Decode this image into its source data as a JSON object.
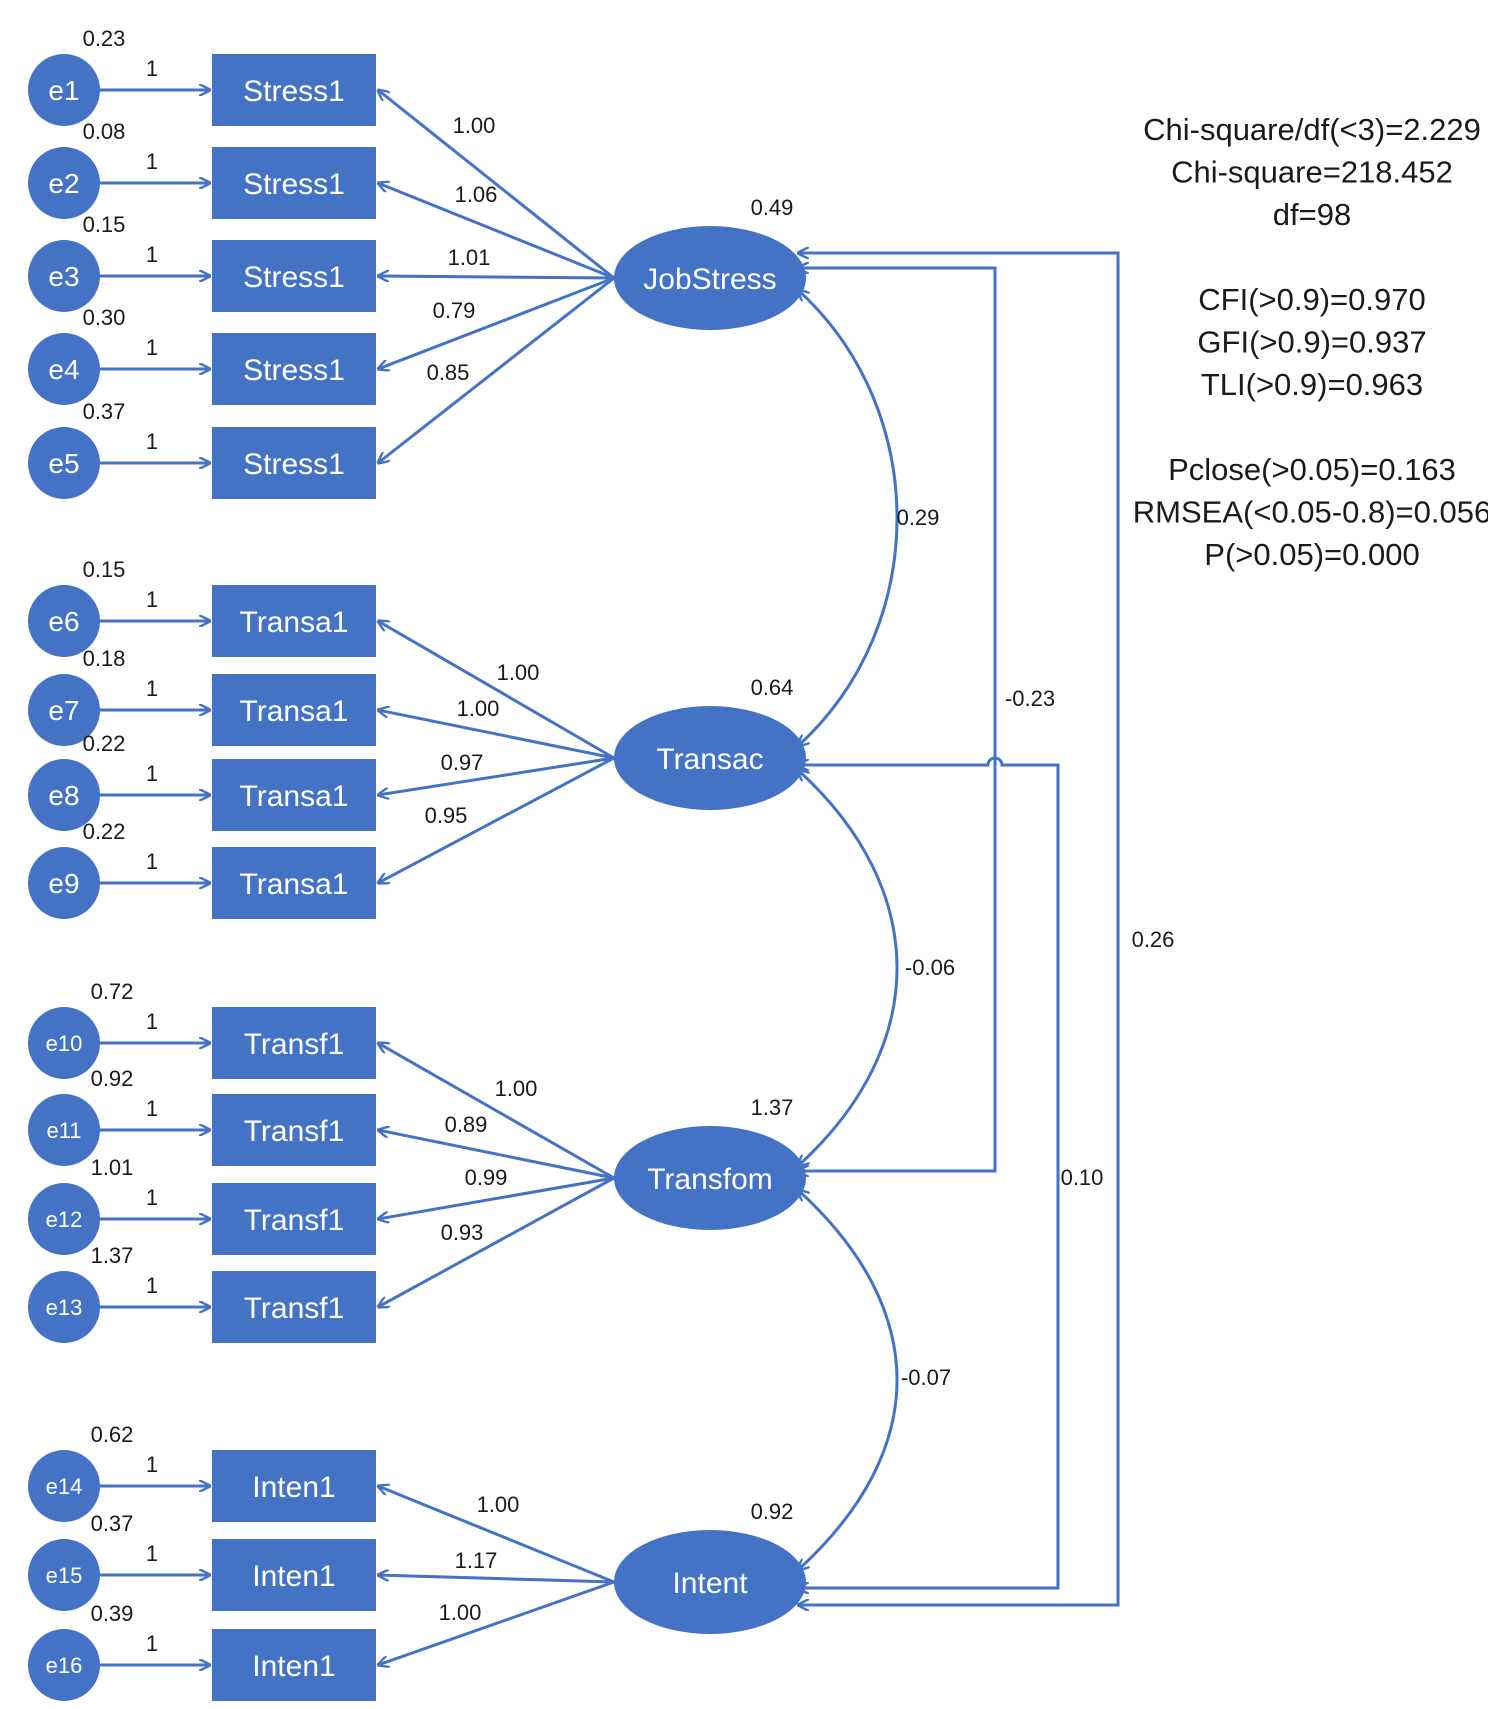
{
  "colors": {
    "node": "#4472c4",
    "text_dark": "#1a1a1a",
    "text_light": "#ffffff",
    "background": "#ffffff"
  },
  "latents": [
    {
      "id": "JobStress",
      "label": "JobStress",
      "variance": "0.49"
    },
    {
      "id": "Transac",
      "label": "Transac",
      "variance": "0.64"
    },
    {
      "id": "Transfom",
      "label": "Transfom",
      "variance": "1.37"
    },
    {
      "id": "Intent",
      "label": "Intent",
      "variance": "0.92"
    }
  ],
  "indicators": [
    {
      "error": "e1",
      "error_variance": "0.23",
      "error_path": "1",
      "label": "Stress1",
      "loading": "1.00",
      "latent": "JobStress"
    },
    {
      "error": "e2",
      "error_variance": "0.08",
      "error_path": "1",
      "label": "Stress1",
      "loading": "1.06",
      "latent": "JobStress"
    },
    {
      "error": "e3",
      "error_variance": "0.15",
      "error_path": "1",
      "label": "Stress1",
      "loading": "1.01",
      "latent": "JobStress"
    },
    {
      "error": "e4",
      "error_variance": "0.30",
      "error_path": "1",
      "label": "Stress1",
      "loading": "0.79",
      "latent": "JobStress"
    },
    {
      "error": "e5",
      "error_variance": "0.37",
      "error_path": "1",
      "label": "Stress1",
      "loading": "0.85",
      "latent": "JobStress"
    },
    {
      "error": "e6",
      "error_variance": "0.15",
      "error_path": "1",
      "label": "Transa1",
      "loading": "1.00",
      "latent": "Transac"
    },
    {
      "error": "e7",
      "error_variance": "0.18",
      "error_path": "1",
      "label": "Transa1",
      "loading": "1.00",
      "latent": "Transac"
    },
    {
      "error": "e8",
      "error_variance": "0.22",
      "error_path": "1",
      "label": "Transa1",
      "loading": "0.97",
      "latent": "Transac"
    },
    {
      "error": "e9",
      "error_variance": "0.22",
      "error_path": "1",
      "label": "Transa1",
      "loading": "0.95",
      "latent": "Transac"
    },
    {
      "error": "e10",
      "error_variance": "0.72",
      "error_path": "1",
      "label": "Transf1",
      "loading": "1.00",
      "latent": "Transfom"
    },
    {
      "error": "e11",
      "error_variance": "0.92",
      "error_path": "1",
      "label": "Transf1",
      "loading": "0.89",
      "latent": "Transfom"
    },
    {
      "error": "e12",
      "error_variance": "1.01",
      "error_path": "1",
      "label": "Transf1",
      "loading": "0.99",
      "latent": "Transfom"
    },
    {
      "error": "e13",
      "error_variance": "1.37",
      "error_path": "1",
      "label": "Transf1",
      "loading": "0.93",
      "latent": "Transfom"
    },
    {
      "error": "e14",
      "error_variance": "0.62",
      "error_path": "1",
      "label": "Inten1",
      "loading": "1.00",
      "latent": "Intent"
    },
    {
      "error": "e15",
      "error_variance": "0.37",
      "error_path": "1",
      "label": "Inten1",
      "loading": "1.17",
      "latent": "Intent"
    },
    {
      "error": "e16",
      "error_variance": "0.39",
      "error_path": "1",
      "label": "Inten1",
      "loading": "1.00",
      "latent": "Intent"
    }
  ],
  "covariances": [
    {
      "from": "JobStress",
      "to": "Transac",
      "value": "0.29"
    },
    {
      "from": "Transac",
      "to": "Transfom",
      "value": "-0.06"
    },
    {
      "from": "Transfom",
      "to": "Intent",
      "value": "-0.07"
    },
    {
      "from": "JobStress",
      "to": "Transfom",
      "value": "-0.23"
    },
    {
      "from": "Transac",
      "to": "Intent",
      "value": "0.10"
    },
    {
      "from": "JobStress",
      "to": "Intent",
      "value": "0.26"
    }
  ],
  "fit_indices": [
    "Chi-square/df(<3)=2.229",
    "Chi-square=218.452",
    "df=98",
    "",
    "CFI(>0.9)=0.970",
    "GFI(>0.9)=0.937",
    "TLI(>0.9)=0.963",
    "",
    "Pclose(>0.05)=0.163",
    "RMSEA(<0.05-0.8)=0.056",
    "P(>0.05)=0.000"
  ]
}
